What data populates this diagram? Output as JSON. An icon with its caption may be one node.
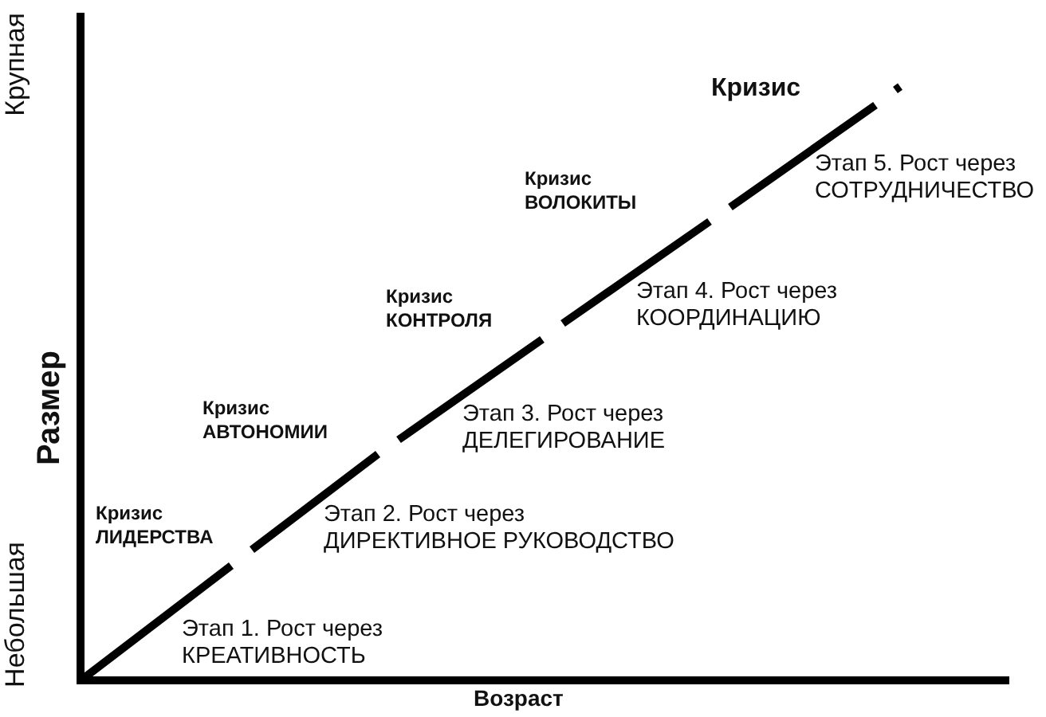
{
  "diagram": {
    "labels": [
      "Крупная",
      "Кризис",
      "Кризис ВОЛОКИТЫ",
      "Этап 5. Рост через СОТРУДНИЧЕСТВО",
      "Кризис КОНТРОЛЯ",
      "Этап 4. Рост через КООРДИНАЦИЮ",
      "Размер",
      "Кризис АВТОНОМИИ",
      "Этап 3. Рост через ДЕЛЕГИРОВАНИЕ",
      "Кризис ЛИДЕРСТВА",
      "Этап 2. Рост через ДИРЕКТИВНОЕ РУКОВОДСТВО",
      "Небольшая",
      "Этап 1. Рост через КРЕАТИВНОСТЬ",
      "Возраст"
    ]
  }
}
